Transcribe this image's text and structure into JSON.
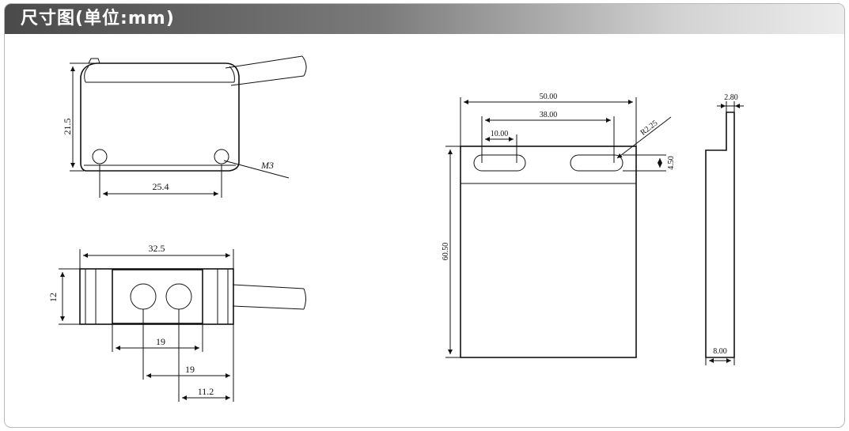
{
  "header": {
    "title": "尺寸图(单位:mm)"
  },
  "dimensions": {
    "front_height": "21.5",
    "front_hole_spacing": "25.4",
    "thread": "M3",
    "side_width": "32.5",
    "side_height": "12",
    "lens_spacing_a": "19",
    "lens_spacing_b": "19",
    "lens_offset": "11.2",
    "bracket_width": "50.00",
    "slot_spacing": "38.00",
    "slot_length": "10.00",
    "slot_radius": "R2.25",
    "slot_height": "4.50",
    "bracket_height": "60.50",
    "thickness": "2.80",
    "side_depth": "8.00"
  },
  "colors": {
    "line": "#111111",
    "title_text": "#ffffff",
    "border": "#b9b9b9"
  }
}
